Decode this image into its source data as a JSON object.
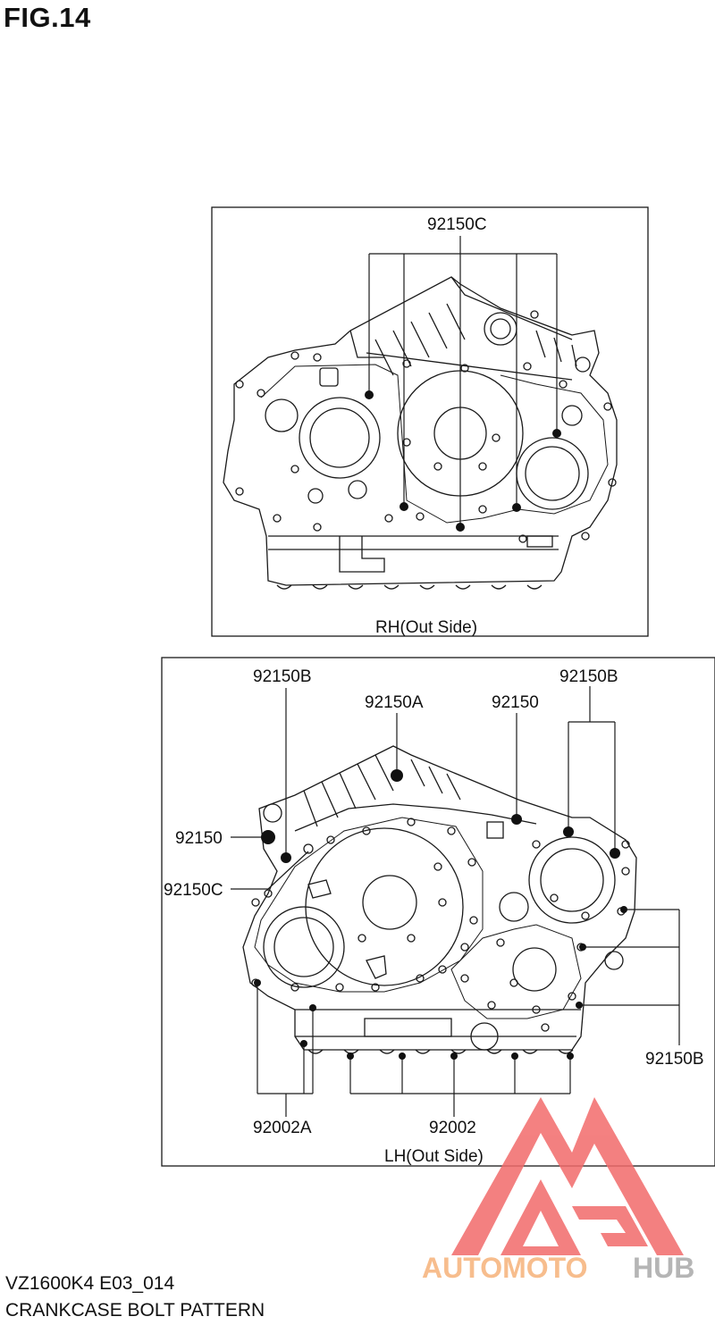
{
  "figure": {
    "title": "FIG.14"
  },
  "panel_rh": {
    "caption": "RH(Out Side)",
    "callouts": {
      "c1": "92150C"
    }
  },
  "panel_lh": {
    "caption": "LH(Out Side)",
    "callouts": {
      "b_top_left": "92150B",
      "a_top": "92150A",
      "p_top": "92150",
      "b_top_right": "92150B",
      "p_left": "92150",
      "c_left": "92150C",
      "b_right": "92150B",
      "a_bottom": "92002A",
      "p_bottom": "92002"
    }
  },
  "footer": {
    "model_code": "VZ1600K4 E03_014",
    "description": "CRANKCASE BOLT PATTERN"
  },
  "watermark": {
    "part1": "AUTOMOTO",
    "part2": "HUB"
  },
  "colors": {
    "line": "#1a1a1a",
    "watermark_red": "#f26b6b",
    "watermark_orange": "#f6b27a",
    "watermark_gray": "#a9a9a9"
  }
}
